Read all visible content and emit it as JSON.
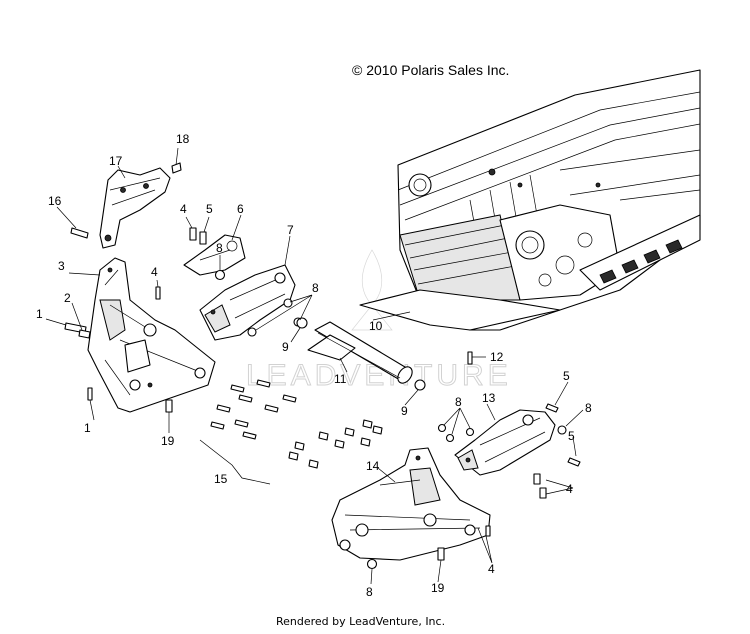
{
  "copyright": "© 2010 Polaris Sales Inc.",
  "footer": "Rendered by LeadVenture, Inc.",
  "watermark": "LEADVENTURE",
  "callouts": [
    "1",
    "2",
    "3",
    "4",
    "5",
    "6",
    "7",
    "8",
    "9",
    "10",
    "11",
    "12",
    "13",
    "14",
    "15",
    "16",
    "17",
    "18",
    "19"
  ]
}
